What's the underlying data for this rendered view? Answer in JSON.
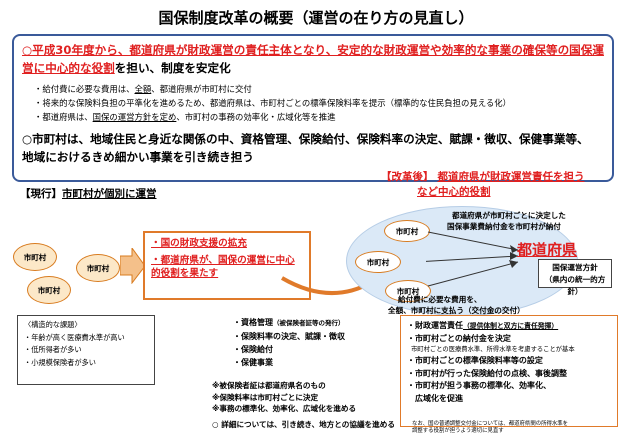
{
  "title": "国保制度改革の概要（運営の在り方の見直し）",
  "top": {
    "p1_red": "○平成30年度から、都道府県が財政運営の責任主体となり、安定的な財政運営や効率的な事業の確保等の国保運営に中心的な役割",
    "p1_tail": "を担い、制度を安定化",
    "b1_pre": "・給付費に必要な費用は、",
    "b1_u": "全額",
    "b1_post": "、都道府県が市町村に交付",
    "b2": "・将来的な保険料負担の平準化を進めるため、都道府県は、市町村ごとの標準保険料率を提示（標準的な住民負担の見える化）",
    "b3_pre": "・都道府県は、",
    "b3_u": "国保の運営方針を定め",
    "b3_post": "、市町村の事務の効率化・広域化等を推進",
    "p2_l1": "○市町村は、地域住民と身近な関係の中、資格管理、保険給付、保険料率の決定、賦課・徴収、保健事業等、",
    "p2_l2": "地域におけるきめ細かい事業を引き続き担う"
  },
  "current": {
    "heading_pre": "【現行】",
    "heading_u": "市町村が個別に運営",
    "ovals": [
      "市町村",
      "市町村",
      "市町村"
    ]
  },
  "reform_box": {
    "l1": "・国の財政支援の拡充",
    "l2": "・都道府県が、国保の運営に中心的役割を果たす"
  },
  "after": {
    "heading_tag": "【改革後】",
    "heading_l1": "都道府県が財政運営責任を担う",
    "heading_l2": "など中心的役割",
    "pref": "都道府県",
    "muni": [
      "市町村",
      "市町村",
      "市町村"
    ],
    "note_top_l1": "都道府県が市町村ごとに決定した",
    "note_top_l2": "国保事業費納付金を市町村が納付",
    "note_bot_l1": "給付費に必要な費用を、",
    "note_bot_l2": "全額、市町村に支払う（交付金の交付）",
    "policy_l1": "国保運営方針",
    "policy_l2": "（県内の統一的方針）"
  },
  "issues": {
    "title": "〈構造的な課題〉",
    "items": [
      "・年齢が高く医療費水準が高い",
      "・低所得者が多い",
      "・小規模保険者が多い"
    ]
  },
  "muni_tasks": {
    "items": [
      "・資格管理",
      "・保険料率の決定、賦課・徴収",
      "・保険給付",
      "・保健事業"
    ],
    "first_suffix": "（被保険者証等の発行）",
    "notes": [
      "※被保険者証は都道府県名のもの",
      "※保険料率は市町村ごとに決定",
      "※事務の標準化、効率化、広域化を進める"
    ]
  },
  "footer": "○ 詳細については、引き続き、地方との協議を進める",
  "pref_tasks": {
    "items": [
      {
        "main": "・財政運営責任",
        "sub": "（提供体制と双方に責任発揮）"
      },
      {
        "main": "・市町村ごとの納付金を決定",
        "sub": ""
      },
      {
        "main": "",
        "sub": "市町村ごとの医療費水準、所得水準を考慮することが基本"
      },
      {
        "main": "・市町村ごとの標準保険料率等の設定",
        "sub": ""
      },
      {
        "main": "・市町村が行った保険給付の点検、事後調整",
        "sub": ""
      },
      {
        "main": "・市町村が担う事務の標準化、効率化、",
        "sub": ""
      },
      {
        "main": "　広域化を促進",
        "sub": ""
      }
    ],
    "tiny_l1": "なお、国の普通調整交付金については、都道府県間の所得水準を",
    "tiny_l2": "調整する役割が担うよう適切に見直す"
  }
}
